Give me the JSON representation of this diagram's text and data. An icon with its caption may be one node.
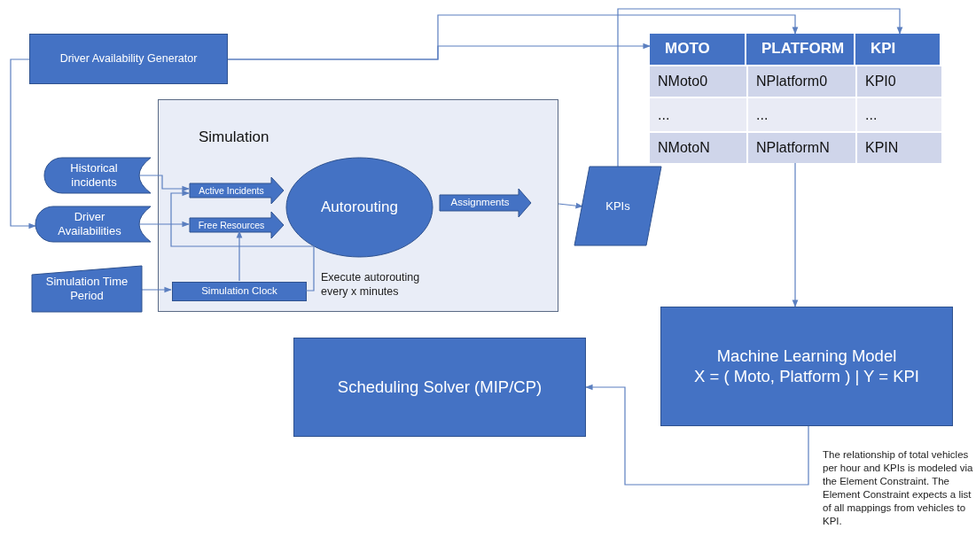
{
  "diagram": {
    "nodes": [
      {
        "text": [
          "Driver Availability Generator"
        ]
      },
      {
        "text": [
          "Simulation"
        ]
      },
      {
        "text": [
          "Historical incidents"
        ]
      },
      {
        "text": [
          "Driver Availabilities"
        ]
      },
      {
        "text": [
          "Simulation Time Period"
        ]
      },
      {
        "text": [
          "Active Incidents"
        ],
        "in": 1
      },
      {
        "text": [
          "Free Resources"
        ],
        "in": 1
      },
      {
        "text": [
          "Simulation Clock"
        ],
        "in": 1
      },
      {
        "text": [
          "Autorouting"
        ],
        "in": 1
      },
      {
        "text": [
          "Assignments"
        ],
        "in": 1
      },
      {
        "text": [
          "KPIs"
        ]
      },
      {
        "text": [],
        "shape": "table"
      },
      {
        "text": [
          "MOTO"
        ],
        "in": 11
      },
      {
        "text": [
          "PLATFORM"
        ],
        "in": 11
      },
      {
        "text": [
          "KPI"
        ],
        "in": 11
      },
      {
        "text": [
          "Machine Learning Model",
          "X = ( Moto, Platform ) | Y = KPI"
        ]
      },
      {
        "text": [
          "Scheduling Solver (MIP/CP)"
        ]
      }
    ],
    "edges": [
      {
        "from": 0,
        "to": 3,
        "arrow": "to"
      },
      {
        "from": 0,
        "to": 12,
        "arrow": "to"
      },
      {
        "from": 0,
        "to": 13,
        "arrow": "to"
      },
      {
        "from": 10,
        "to": 14,
        "arrow": "to"
      },
      {
        "from": 2,
        "to": 5,
        "arrow": "to"
      },
      {
        "from": 3,
        "to": 6,
        "arrow": "to"
      },
      {
        "from": 4,
        "to": 7,
        "arrow": "to"
      },
      {
        "from": 7,
        "to": 6,
        "arrow": "to"
      },
      {
        "from": 7,
        "to": 5,
        "arrow": "to"
      },
      {
        "from": 1,
        "to": 10,
        "arrow": "to"
      },
      {
        "from": 11,
        "to": 15,
        "arrow": "to"
      },
      {
        "from": 15,
        "to": 16,
        "arrow": "to"
      }
    ],
    "labels": [
      "Execute autorouting every x minutes",
      "NMoto0",
      "NPlatform0",
      "KPI0",
      "...",
      "...",
      "...",
      "NMotoN",
      "NPlatformN",
      "KPIN",
      "The relationship of total vehicles per hour and KPIs is modeled via the Element Constraint. The Element Constraint expects a list of all mappings from vehicles to KPI."
    ]
  }
}
